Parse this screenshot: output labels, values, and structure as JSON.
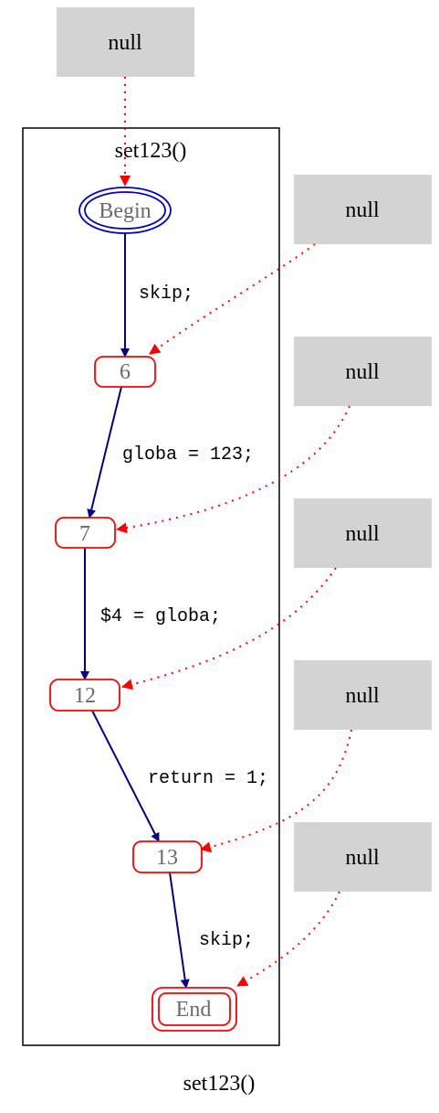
{
  "graph": {
    "cluster_label": "set123()",
    "caption": "set123()",
    "nodes": {
      "begin": "Begin",
      "n6": "6",
      "n7": "7",
      "n12": "12",
      "n13": "13",
      "end": "End"
    },
    "null_label": "null",
    "edges": {
      "e_begin_6": "skip;",
      "e_6_7": "globa = 123;",
      "e_7_12": "$4 = globa;",
      "e_12_13": "return = 1;",
      "e_13_end": "skip;"
    }
  },
  "colors": {
    "flow_edge": "#00008b",
    "data_edge": "#ff0000",
    "node_stroke": "#ff0000",
    "begin_stroke": "#0000cd",
    "node_text": "#696969",
    "null_fill": "#d3d3d3"
  }
}
